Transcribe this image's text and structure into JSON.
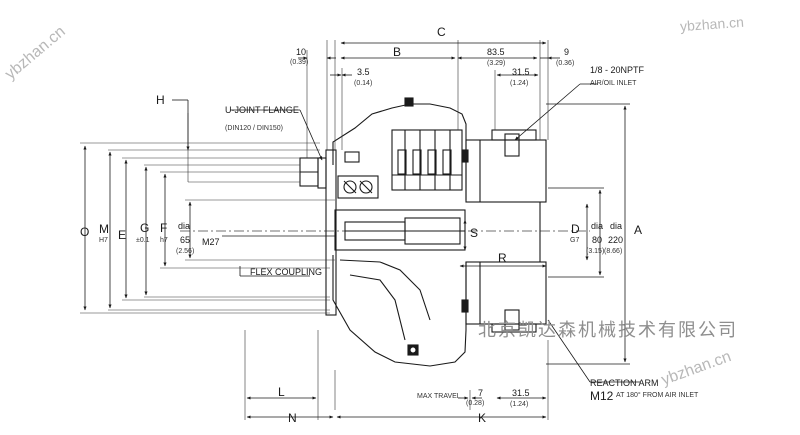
{
  "watermark": {
    "company": "北京凯达森机械技术有限公司",
    "site_top": "ybzhan.cn",
    "site_bottom": "ybzhan.cn",
    "site_left": "ybzhan.cn"
  },
  "callouts": {
    "ujoint_flange": "U-JOINT FLANGE",
    "ujoint_models": "(DIN120 / DIN150)",
    "flex_coupling": "FLEX COUPLING",
    "npt": "1/8 - 20NPTF",
    "air_inlet": "AIR/OIL INLET",
    "reaction_arm": "REACTION ARM",
    "m12": "M12",
    "at180": "AT 180° FROM AIR INLET",
    "max_travel": "MAX TRAVEL"
  },
  "dims": {
    "C": "C",
    "B": "B",
    "K": "K",
    "L": "L",
    "N": "N",
    "R": "R",
    "S": "S",
    "H": "H",
    "O": "O",
    "M": "M",
    "M_tol": "H7",
    "E": "E",
    "G": "G",
    "G_tol": "±0.1",
    "F": "F",
    "F_tol": "h7",
    "A": "A",
    "D": "D",
    "D_tol": "G7",
    "dia": "dia",
    "d10": "10",
    "d10_in": "(0.39)",
    "d3_5": "3.5",
    "d3_5_in": "(0.14)",
    "d83_5": "83.5",
    "d83_5_in": "(3.29)",
    "d9": "9",
    "d9_in": "(0.36)",
    "d31_5_top": "31.5",
    "d31_5_top_in": "(1.24)",
    "d65": "65",
    "d65_in": "(2.56)",
    "m27": "M27",
    "d80": "80",
    "d80_in": "(3.15)",
    "d220": "220",
    "d220_in": "(8.66)",
    "d7": "7",
    "d7_in": "(0.28)",
    "d31_5_bot": "31.5",
    "d31_5_bot_in": "(1.24)"
  }
}
